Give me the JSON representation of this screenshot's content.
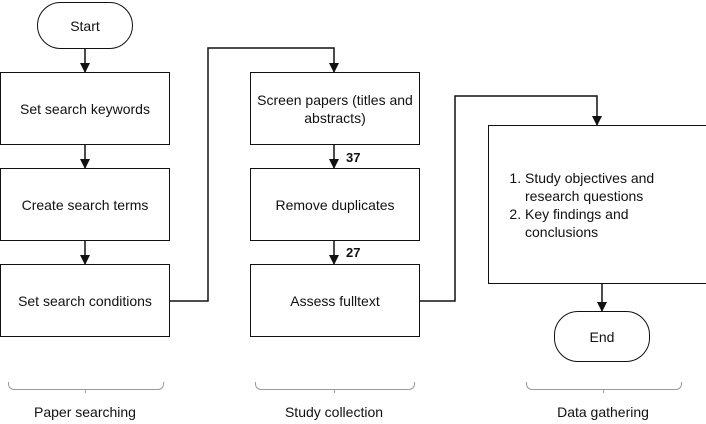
{
  "nodes": {
    "start": "Start",
    "set_keywords": "Set search keywords",
    "create_terms": "Create search terms",
    "set_conditions": "Set search conditions",
    "screen_papers": "Screen papers (titles and abstracts)",
    "remove_duplicates": "Remove duplicates",
    "assess_fulltext": "Assess fulltext",
    "gathering_items": [
      "Study objectives and research questions",
      "Key findings and conclusions"
    ],
    "end": "End"
  },
  "counts": {
    "after_screening": "37",
    "after_duplicates": "27"
  },
  "sections": {
    "paper_searching": "Paper searching",
    "study_collection": "Study collection",
    "data_gathering": "Data gathering"
  }
}
